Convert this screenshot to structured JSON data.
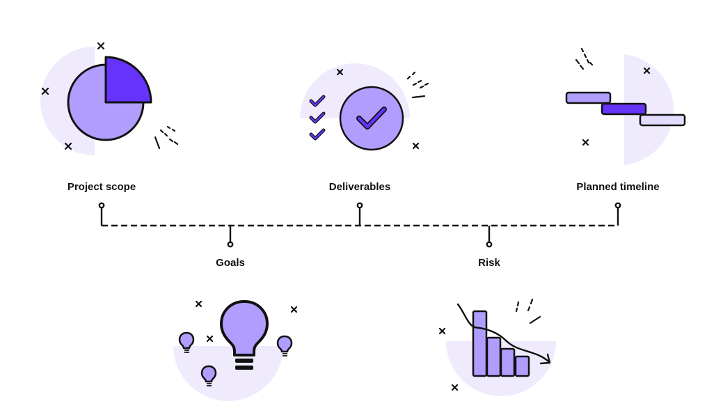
{
  "diagram": {
    "type": "project-overview-timeline",
    "colors": {
      "light_lavender": "#efebfd",
      "lavender": "#b19dfd",
      "violet": "#6533fa",
      "pale_violet": "#e4dcfe",
      "ink": "#111111"
    },
    "top_items": [
      {
        "label": "Project scope",
        "icon": "pie-chart-icon"
      },
      {
        "label": "Deliverables",
        "icon": "checkmark-circle-icon"
      },
      {
        "label": "Planned timeline",
        "icon": "gantt-bars-icon"
      }
    ],
    "bottom_items": [
      {
        "label": "Goals",
        "icon": "lightbulb-icon"
      },
      {
        "label": "Risk",
        "icon": "declining-bar-chart-icon"
      }
    ]
  }
}
